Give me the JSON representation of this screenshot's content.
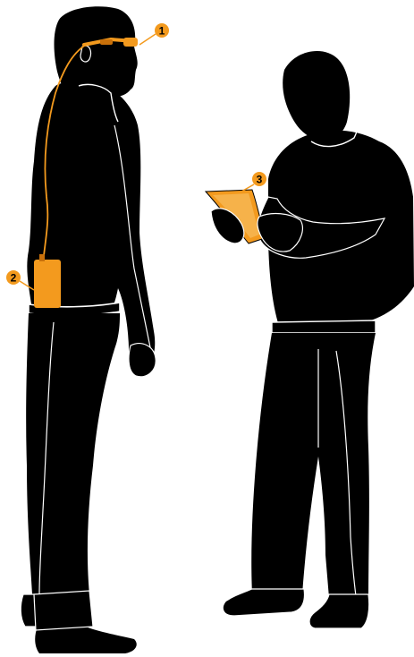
{
  "colors": {
    "silhouette": "#000000",
    "outline": "#ffffff",
    "accent": "#f39a1e",
    "accent_dark": "#c8700a",
    "background": "#ffffff"
  },
  "callouts": [
    {
      "number": "1",
      "part": "glasses"
    },
    {
      "number": "2",
      "part": "belt-unit"
    },
    {
      "number": "3",
      "part": "tablet"
    }
  ]
}
